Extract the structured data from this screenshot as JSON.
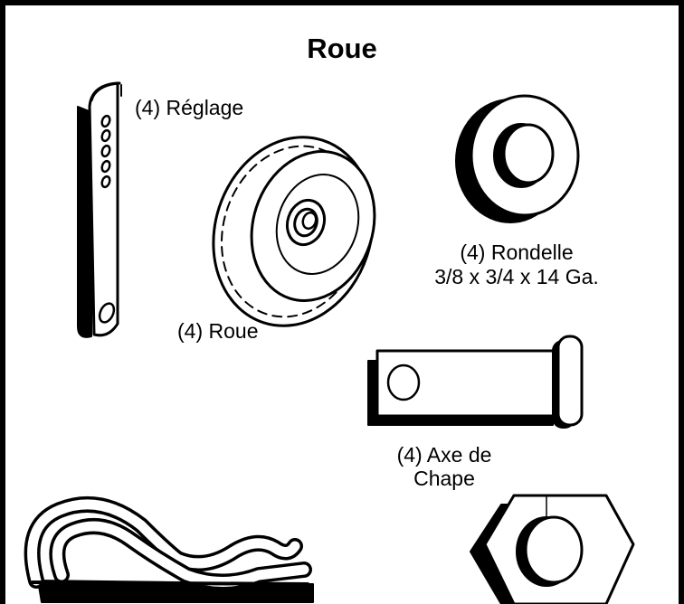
{
  "title": "Roue",
  "parts": {
    "adjustment_bracket": {
      "label": "(4) Réglage",
      "icon": "adjustment-bracket-icon"
    },
    "wheel": {
      "label": "(4) Roue",
      "icon": "wheel-icon"
    },
    "washer": {
      "label_line1": "(4) Rondelle",
      "label_line2": "3/8 x 3/4 x 14 Ga.",
      "icon": "washer-icon"
    },
    "clevis_pin": {
      "label_line1": "(4) Axe de",
      "label_line2": "Chape",
      "icon": "clevis-pin-icon"
    },
    "hairpin_clip": {
      "icon": "hairpin-clip-icon"
    },
    "hex_nut": {
      "icon": "hex-nut-icon"
    }
  },
  "colors": {
    "line": "#000000",
    "fill": "#ffffff"
  }
}
